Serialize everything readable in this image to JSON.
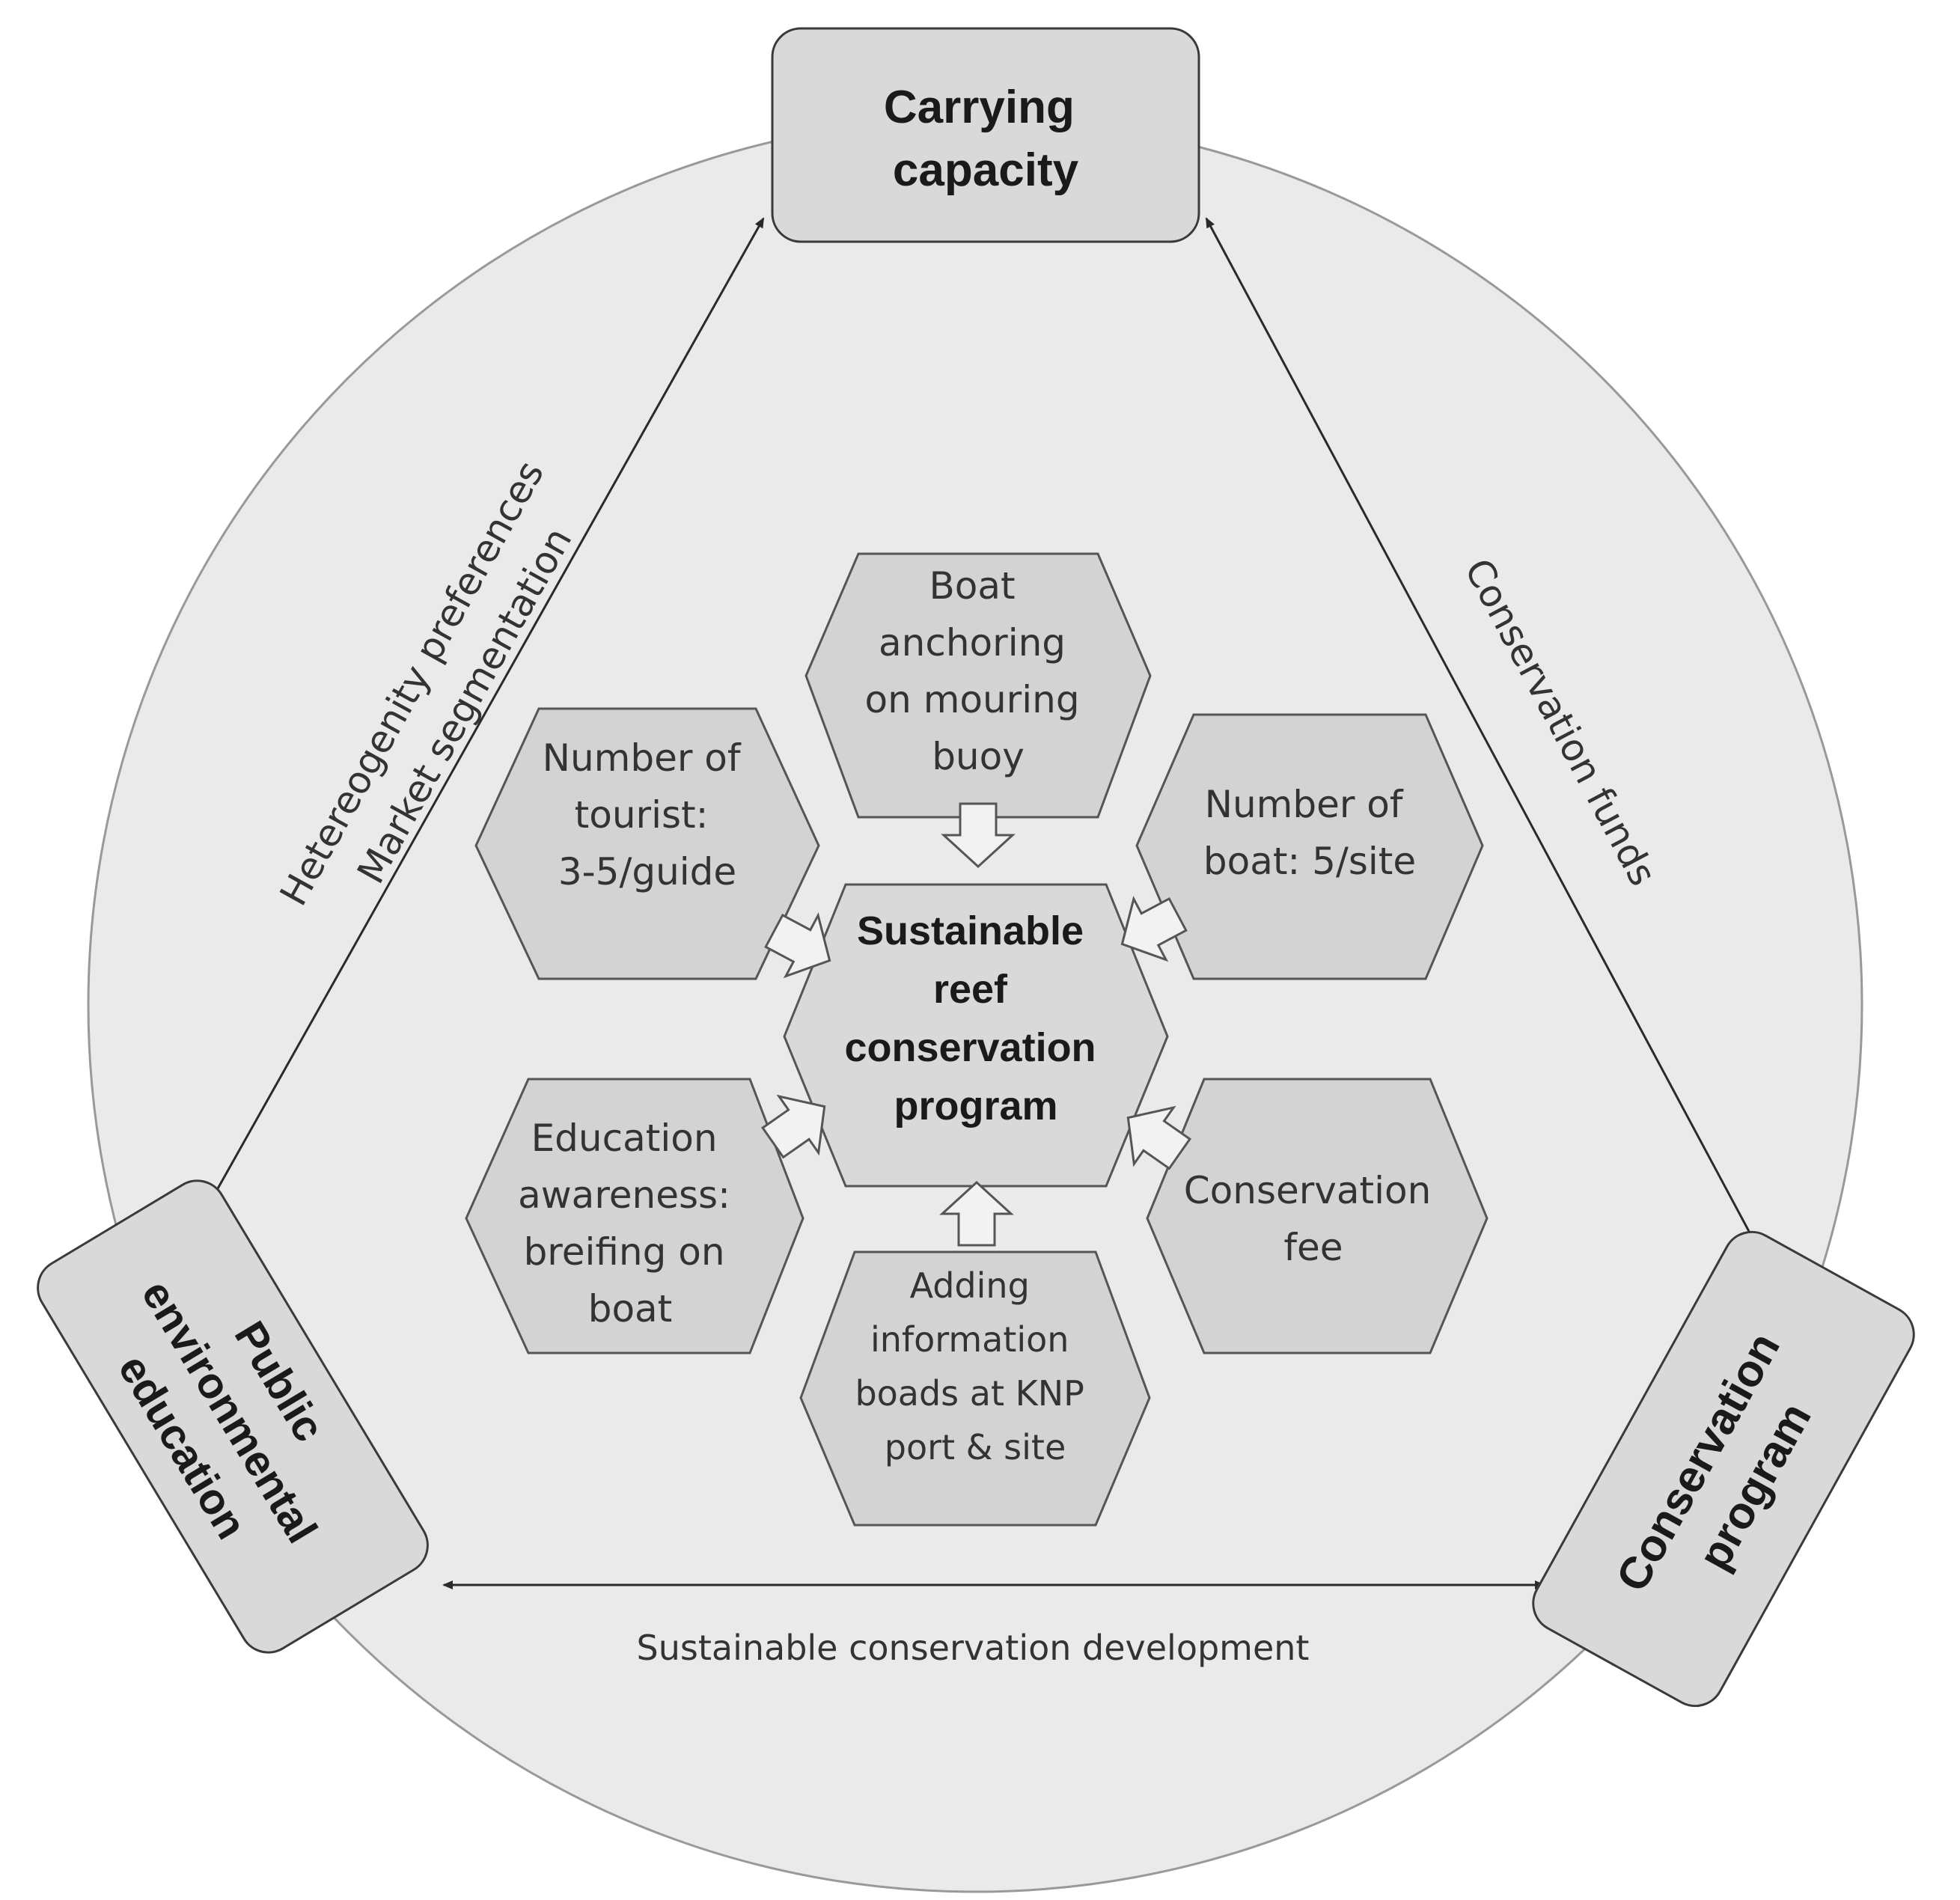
{
  "colors": {
    "circle_fill": "#eaeaea",
    "circle_stroke": "#999999",
    "box_fill": "#d9d9d9",
    "hex_fill": "#d3d3d3",
    "center_hex_fill": "#d9d9d9",
    "block_arrow_fill": "#f2f2f2",
    "line": "#2a2a2a"
  },
  "corners": {
    "top": {
      "lines": [
        "Carrying",
        "capacity"
      ]
    },
    "left": {
      "lines": [
        "Public",
        "environmental",
        "education"
      ]
    },
    "right": {
      "lines": [
        "Conservation",
        "program"
      ]
    }
  },
  "edges": {
    "left": {
      "lines": [
        "Hetereogenity  preferences",
        "Market segmentation"
      ]
    },
    "right": {
      "lines": [
        "Conservation  funds"
      ]
    },
    "bottom": {
      "lines": [
        "Sustainable conservation development"
      ]
    }
  },
  "center": {
    "lines": [
      "Sustainable",
      "reef",
      "conservation",
      "program"
    ]
  },
  "factors": {
    "top": {
      "lines": [
        "Boat",
        "anchoring",
        "on mouring",
        "buoy"
      ]
    },
    "upper_left": {
      "lines": [
        "Number of",
        "tourist:",
        "3-5/guide"
      ]
    },
    "upper_right": {
      "lines": [
        "Number of",
        "boat: 5/site"
      ]
    },
    "lower_left": {
      "lines": [
        "Education",
        "awareness:",
        "breifing on",
        "boat"
      ]
    },
    "lower_right": {
      "lines": [
        "Conservation",
        "fee"
      ]
    },
    "bottom": {
      "lines": [
        "Adding",
        "information",
        "boads at KNP",
        "port & site"
      ]
    }
  }
}
